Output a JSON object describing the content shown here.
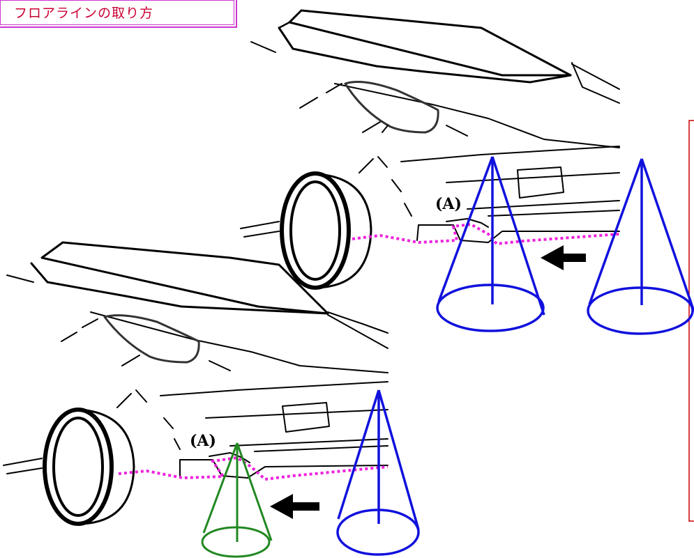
{
  "title": "フロアラインの取り方",
  "labels": {
    "upper_callout": "(A)",
    "lower_callout": "(A)"
  },
  "colors": {
    "title_frame": "#cc33cc",
    "title_text": "#cc0033",
    "floor_line": "#ee22dd",
    "cone_blue": "#1111dd",
    "cone_green": "#228822",
    "bracket": "#cc0000"
  }
}
